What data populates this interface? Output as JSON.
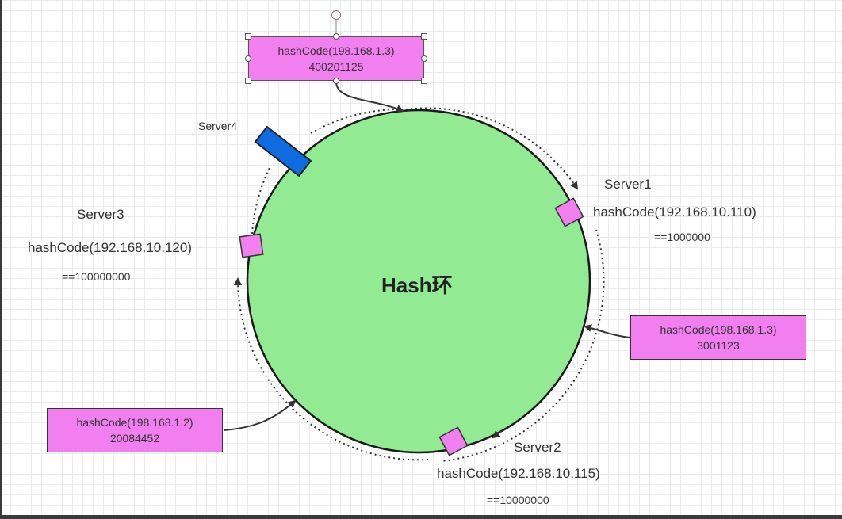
{
  "ring": {
    "title": "Hash环"
  },
  "servers": [
    {
      "name": "Server1",
      "hash_expr": "hashCode(192.168.10.110)",
      "hash_value": "==1000000"
    },
    {
      "name": "Server2",
      "hash_expr": "hashCode(192.168.10.115)",
      "hash_value": "==10000000"
    },
    {
      "name": "Server3",
      "hash_expr": "hashCode(192.168.10.120)",
      "hash_value": "==100000000"
    },
    {
      "name": "Server4"
    }
  ],
  "requests": [
    {
      "expr": "hashCode(198.168.1.3)",
      "value": "400201125"
    },
    {
      "expr": "hashCode(198.168.1.3)",
      "value": "3001123"
    },
    {
      "expr": "hashCode(198.168.1.2)",
      "value": "20084452"
    }
  ],
  "colors": {
    "ring_fill": "#92ea93",
    "request_box": "#f27ff0",
    "server_marker": "#f27ff0",
    "server4_marker": "#0f6be0",
    "annotation_red": "#e02020"
  }
}
